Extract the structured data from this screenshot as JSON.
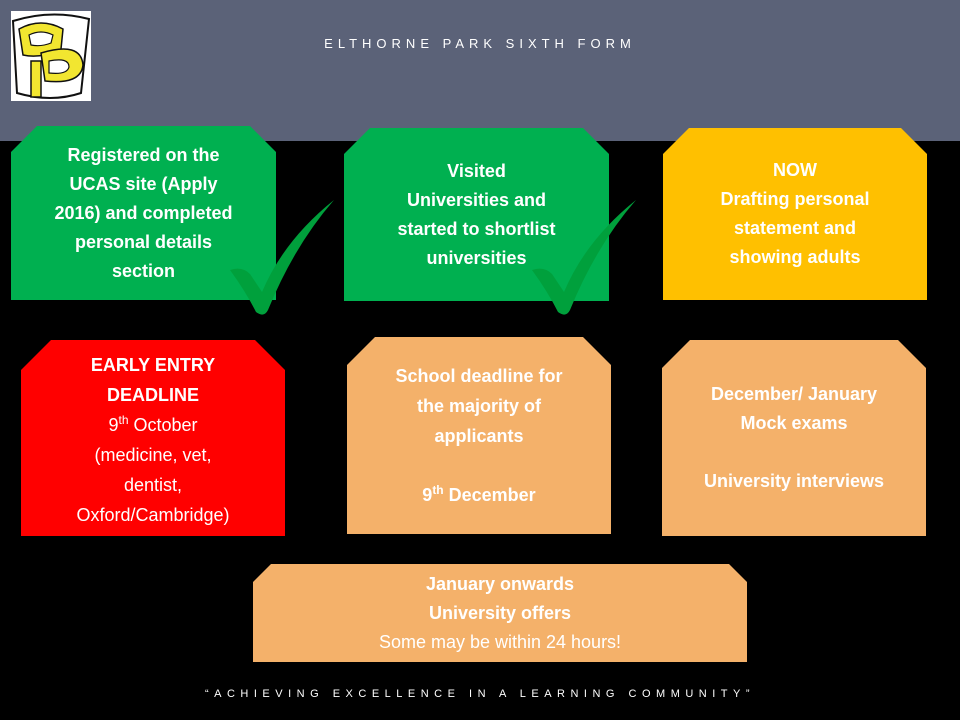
{
  "header": {
    "school_name": "ELTHORNE PARK SIXTH FORM",
    "logo_text": "EP",
    "background_color": "#5b6278"
  },
  "footer": {
    "motto": "“ACHIEVING EXCELLENCE IN A LEARNING COMMUNITY”"
  },
  "boxes": {
    "registered": {
      "lines": [
        "Registered on the",
        "UCAS site (Apply",
        "2016) and completed",
        "personal details",
        "section"
      ],
      "color": "#00b050",
      "completed": true
    },
    "visited": {
      "lines": [
        "Visited",
        "Universities and",
        "started to shortlist",
        "universities"
      ],
      "color": "#00b050",
      "completed": true
    },
    "now": {
      "lines": [
        "NOW",
        "Drafting personal",
        "statement and",
        "showing adults"
      ],
      "color": "#ffc000"
    },
    "early_entry": {
      "title_lines": [
        "EARLY ENTRY",
        "DEADLINE"
      ],
      "date_day": "9",
      "date_suffix": "th",
      "date_rest": " October",
      "detail_lines": [
        "(medicine, vet,",
        "dentist,",
        "Oxford/Cambridge)"
      ],
      "color": "#ff0000"
    },
    "school_deadline": {
      "lines": [
        "School deadline for",
        "the majority of",
        "applicants"
      ],
      "date_day": "9",
      "date_suffix": "th",
      "date_rest": " December",
      "color": "#f4b16a"
    },
    "december": {
      "lines": [
        "December/ January",
        "Mock exams"
      ],
      "last_line": "University interviews",
      "color": "#f4b16a"
    },
    "january": {
      "lines": [
        "January onwards",
        "University offers"
      ],
      "last_line": "Some may be within 24 hours!",
      "color": "#f4b16a"
    }
  },
  "icons": {
    "tick_color": "#00a03c"
  }
}
